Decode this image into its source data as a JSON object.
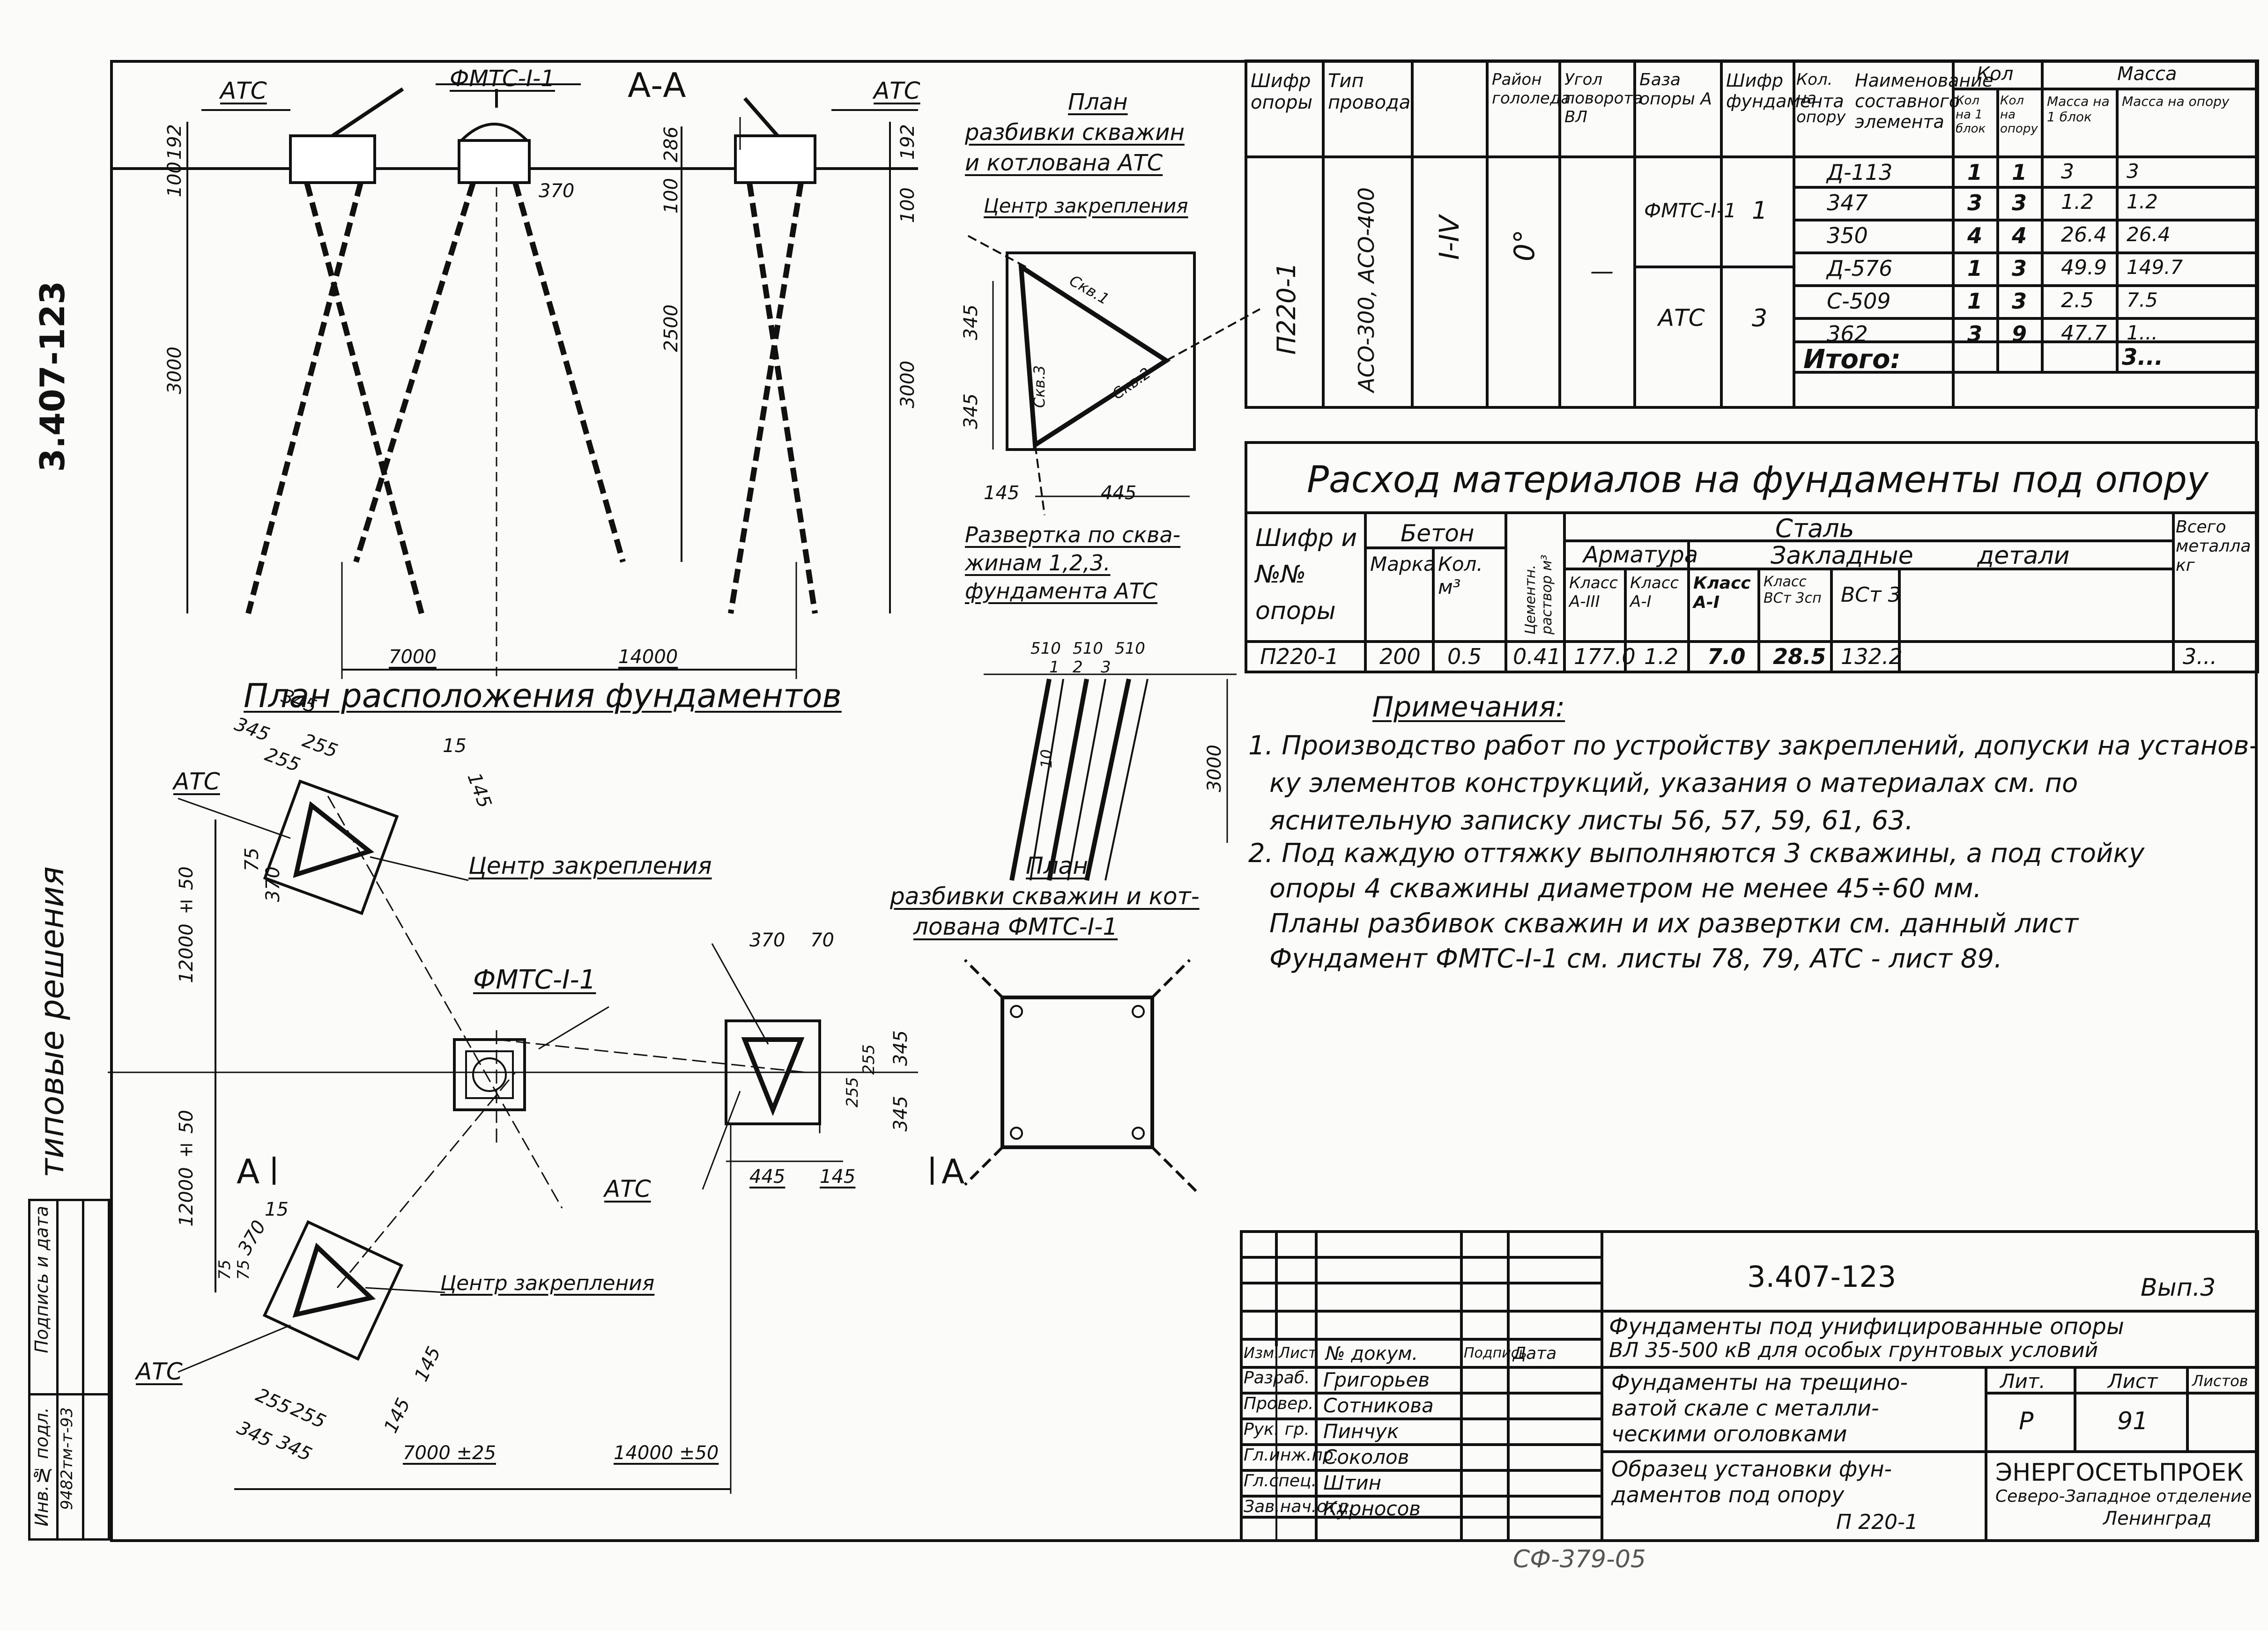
{
  "left_margin": {
    "doc_code": "3.407-123",
    "typical": "типовые решения",
    "stamp": {
      "label1": "Инв.№ подл.",
      "label2": "Подпись и дата",
      "value": "9482тм-т-93"
    }
  },
  "section": {
    "title": "А-А",
    "atc_left": "АТС",
    "fmts": "ФМТС-I-1",
    "atc_right": "АТС",
    "dims": {
      "d192a": "192",
      "d100a": "100",
      "d3000a": "3000",
      "d286": "286",
      "d370": "370",
      "d100b": "100",
      "d2500": "2500",
      "d192b": "192",
      "d100c": "100",
      "d3000b": "3000",
      "d7000": "7000",
      "d14000": "14000"
    },
    "plan_title": "План расположения фундаментов"
  },
  "plan_atc": {
    "title1": "План",
    "title2": "разбивки скважин",
    "title3": "и котлована АТС",
    "center": "Центр закрепления",
    "skv1": "Скв.1",
    "skv2": "Скв.2",
    "skv3": "Скв.3",
    "d345a": "345",
    "d345b": "345",
    "d145": "145",
    "d445": "445"
  },
  "razvertka": {
    "title1": "Развертка по сква-",
    "title2": "жинам 1,2,3.",
    "title3": "фундамента АТС",
    "d510a": "510",
    "d510b": "510",
    "d510c": "510",
    "n1": "1",
    "n2": "2",
    "n3": "3",
    "d10": "10",
    "d3000": "3000"
  },
  "plan_fmts": {
    "title1": "План",
    "title2": "разбивки скважин и кот-",
    "title3": "лована ФМТС-I-1"
  },
  "layout_plan": {
    "atc_top": "АТС",
    "center_top": "Центр закрепления",
    "fmts": "ФМТС-I-1",
    "atc_mid": "АТС",
    "atc_bottom": "АТС",
    "center_bottom": "Центр закрепления",
    "aa_left": "А",
    "aa_right": "А",
    "d345a": "345",
    "d345b": "345",
    "d255a": "255",
    "d255b": "255",
    "d75a": "75",
    "d145a": "145",
    "d370a": "370",
    "d15": "15",
    "d12000a": "12000 ± 50",
    "d12000b": "12000 ± 50",
    "d370b": "370",
    "d70": "70",
    "d255c": "255",
    "d255d": "255",
    "d345c": "345",
    "d345d": "345",
    "d445": "445",
    "d145b": "145",
    "d15b": "15",
    "d370c": "370",
    "d75b": "75",
    "d75c": "75",
    "d255e": "255",
    "d255f": "255",
    "d345e": "345",
    "d345f": "345",
    "d145c": "145",
    "d145d": "145",
    "d7000": "7000 ±25",
    "d14000": "14000 ±50"
  },
  "spec_table": {
    "headers": [
      "Шифр опоры",
      "Тип провода",
      "Район гололеда",
      "Угол поворота ВЛ",
      "База опоры А",
      "Шифр фундамента",
      "Кол. на опору",
      "Наименование составного элемента",
      "Кол на 1 блок",
      "Кол на опору",
      "Масса на 1 блок",
      "Масса на опору"
    ],
    "h_kol": "Кол",
    "h_massa": "Масса",
    "shifr": "П220-1",
    "provod": "АСО-300, АСО-400",
    "rayon": "I-IV",
    "ugol": "0°",
    "baza": "—",
    "groups": [
      {
        "fund": "ФМТС-I-1",
        "kol": "1",
        "rows": [
          {
            "name": "Д-113",
            "k1": "1",
            "k2": "1",
            "m1": "3",
            "m2": "3"
          },
          {
            "name": "347",
            "k1": "3",
            "k2": "3",
            "m1": "1.2",
            "m2": "1.2"
          },
          {
            "name": "350",
            "k1": "4",
            "k2": "4",
            "m1": "26.4",
            "m2": "26.4"
          }
        ]
      },
      {
        "fund": "АТС",
        "kol": "3",
        "rows": [
          {
            "name": "Д-576",
            "k1": "1",
            "k2": "3",
            "m1": "49.9",
            "m2": "149.7"
          },
          {
            "name": "С-509",
            "k1": "1",
            "k2": "3",
            "m1": "2.5",
            "m2": "7.5"
          },
          {
            "name": "362",
            "k1": "3",
            "k2": "9",
            "m1": "47.7",
            "m2": "1..."
          }
        ]
      }
    ],
    "total_label": "Итого:",
    "total_value": "3..."
  },
  "materials": {
    "title": "Расход материалов на фундаменты под опору",
    "h_shifr": "Шифр и №№ опоры",
    "h_beton": "Бетон",
    "h_marka": "Марка",
    "h_kol": "Кол. м³",
    "h_rastvor": "Цементн. раствор м³",
    "h_stal": "Сталь",
    "h_armatura": "Арматура",
    "h_zaklad": "Закладные детали",
    "h_a3": "Класс А-III",
    "h_a1": "Класс А-I",
    "h_za1": "Класс А-I",
    "h_vst3": "Класс ВСт 3сп",
    "h_vst": "ВСт 3",
    "h_vsego": "Всего металла кг",
    "row": {
      "shifr": "П220-1",
      "marka": "200",
      "kol": "0.5",
      "rastvor": "0.41",
      "a3": "177.0",
      "a1": "1.2",
      "za1": "7.0",
      "vst3": "28.5",
      "vst": "132.2",
      "vsego": "3..."
    }
  },
  "notes": {
    "title": "Примечания:",
    "l1": "1. Производство работ по устройству закреплений, допуски на установ-",
    "l2": "ку элементов конструкций, указания о материалах см. по",
    "l3": "яснительную записку листы 56, 57, 59, 61, 63.",
    "l4": "2. Под каждую оттяжку выполняются 3 скважины, а под стойку",
    "l5": "опоры 4 скважины диаметром не менее 45÷60 мм.",
    "l6": "Планы разбивок скважин и их развертки см. данный лист",
    "l7": "Фундамент ФМТС-I-1 см. листы 78, 79, АТС - лист 89."
  },
  "title_block": {
    "code": "3.407-123",
    "vyp": "Вып.3",
    "desc1": "Фундаменты под унифицированные опоры",
    "desc2": "ВЛ 35-500 кВ для особых грунтовых условий",
    "hdr": [
      "Изм.",
      "Лист",
      "№ докум.",
      "Подпись",
      "Дата"
    ],
    "people": [
      {
        "role": "Разраб.",
        "name": "Григорьев"
      },
      {
        "role": "Провер.",
        "name": "Сотникова"
      },
      {
        "role": "Рук. гр.",
        "name": "Пинчук"
      },
      {
        "role": "Гл.инж.пр.",
        "name": "Соколов"
      },
      {
        "role": "Гл.спец.",
        "name": "Штин"
      },
      {
        "role": "Зав.нач.отд.",
        "name": "Курносов"
      }
    ],
    "sub1": "Фундаменты на трещино-",
    "sub2": "ватой скале с металли-",
    "sub3": "ческими оголовками",
    "sub4": "Образец установки фун-",
    "sub5": "даментов под опору",
    "sub6": "П 220-1",
    "lit_label": "Лит.",
    "list_label": "Лист",
    "listov_label": "Листов",
    "lit": "Р",
    "list": "91",
    "org1": "ЭНЕРГОСЕТЬПРОЕК",
    "org2": "Северо-Западное отделение",
    "org3": "Ленинград"
  },
  "footer": {
    "code": "СФ-379-05"
  }
}
